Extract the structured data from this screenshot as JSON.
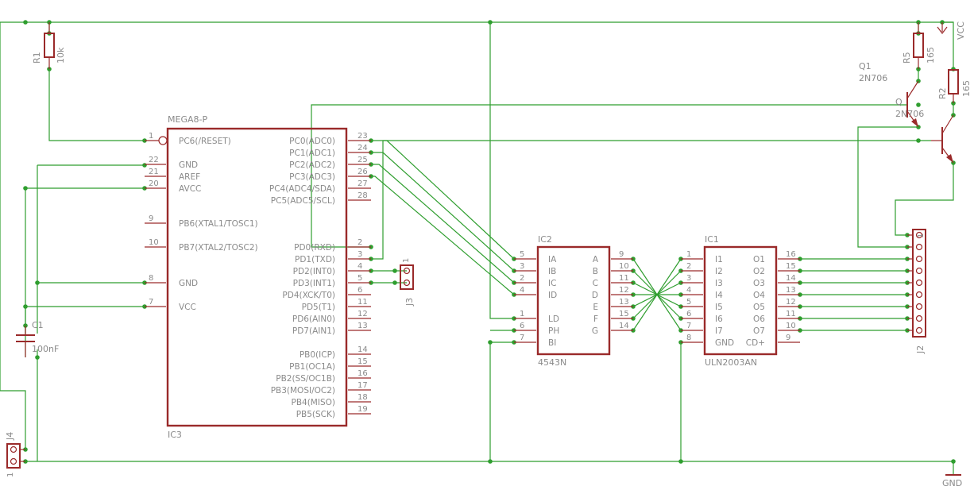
{
  "colors": {
    "wire": "#2f9e2f",
    "part": "#9a2a2a",
    "text": "#8a8a8a",
    "background": "#ffffff"
  },
  "ic3": {
    "value": "MEGA8-P",
    "name": "IC3",
    "left_pins": [
      {
        "num": "1",
        "label": "PC6(/RESET)"
      },
      {
        "num": "22",
        "label": "GND"
      },
      {
        "num": "21",
        "label": "AREF"
      },
      {
        "num": "20",
        "label": "AVCC"
      },
      {
        "num": "9",
        "label": "PB6(XTAL1/TOSC1)"
      },
      {
        "num": "10",
        "label": "PB7(XTAL2/TOSC2)"
      },
      {
        "num": "8",
        "label": "GND"
      },
      {
        "num": "7",
        "label": "VCC"
      }
    ],
    "right_pins": [
      {
        "num": "23",
        "label": "PC0(ADC0)"
      },
      {
        "num": "24",
        "label": "PC1(ADC1)"
      },
      {
        "num": "25",
        "label": "PC2(ADC2)"
      },
      {
        "num": "26",
        "label": "PC3(ADC3)"
      },
      {
        "num": "27",
        "label": "PC4(ADC4/SDA)"
      },
      {
        "num": "28",
        "label": "PC5(ADC5/SCL)"
      },
      {
        "num": "2",
        "label": "PD0(RXD)"
      },
      {
        "num": "3",
        "label": "PD1(TXD)"
      },
      {
        "num": "4",
        "label": "PD2(INT0)"
      },
      {
        "num": "5",
        "label": "PD3(INT1)"
      },
      {
        "num": "6",
        "label": "PD4(XCK/T0)"
      },
      {
        "num": "11",
        "label": "PD5(T1)"
      },
      {
        "num": "12",
        "label": "PD6(AIN0)"
      },
      {
        "num": "13",
        "label": "PD7(AIN1)"
      },
      {
        "num": "14",
        "label": "PB0(ICP)"
      },
      {
        "num": "15",
        "label": "PB1(OC1A)"
      },
      {
        "num": "16",
        "label": "PB2(SS/OC1B)"
      },
      {
        "num": "17",
        "label": "PB3(MOSI/OC2)"
      },
      {
        "num": "18",
        "label": "PB4(MISO)"
      },
      {
        "num": "19",
        "label": "PB5(SCK)"
      }
    ]
  },
  "ic2": {
    "name": "IC2",
    "value": "4543N",
    "left_pins": [
      {
        "num": "5",
        "label": "IA"
      },
      {
        "num": "3",
        "label": "IB"
      },
      {
        "num": "2",
        "label": "IC"
      },
      {
        "num": "4",
        "label": "ID"
      },
      {
        "num": "1",
        "label": "LD"
      },
      {
        "num": "6",
        "label": "PH"
      },
      {
        "num": "7",
        "label": "BI"
      }
    ],
    "right_pins": [
      {
        "num": "9",
        "label": "A"
      },
      {
        "num": "10",
        "label": "B"
      },
      {
        "num": "11",
        "label": "C"
      },
      {
        "num": "12",
        "label": "D"
      },
      {
        "num": "13",
        "label": "E"
      },
      {
        "num": "15",
        "label": "F"
      },
      {
        "num": "14",
        "label": "G"
      }
    ]
  },
  "ic1": {
    "name": "IC1",
    "value": "ULN2003AN",
    "left_pins": [
      {
        "num": "1",
        "label": "I1"
      },
      {
        "num": "2",
        "label": "I2"
      },
      {
        "num": "3",
        "label": "I3"
      },
      {
        "num": "4",
        "label": "I4"
      },
      {
        "num": "5",
        "label": "I5"
      },
      {
        "num": "6",
        "label": "I6"
      },
      {
        "num": "7",
        "label": "I7"
      },
      {
        "num": "8",
        "label": "GND"
      }
    ],
    "right_pins": [
      {
        "num": "16",
        "label": "O1"
      },
      {
        "num": "15",
        "label": "O2"
      },
      {
        "num": "14",
        "label": "O3"
      },
      {
        "num": "13",
        "label": "O4"
      },
      {
        "num": "12",
        "label": "O5"
      },
      {
        "num": "11",
        "label": "O6"
      },
      {
        "num": "10",
        "label": "O7"
      },
      {
        "num": "9",
        "label": "CD+"
      }
    ]
  },
  "r1": {
    "name": "R1",
    "value": "10k"
  },
  "r5": {
    "name": "R5",
    "value": "165"
  },
  "r2": {
    "name": "R2",
    "value": "165"
  },
  "q1": {
    "name": "Q1",
    "value": "2N706"
  },
  "q2": {
    "name": "Q",
    "value": "2N706"
  },
  "c1": {
    "name": "C1",
    "value": "100nF"
  },
  "j3": {
    "name": "J3",
    "pin1": "1"
  },
  "j4": {
    "name": "J4",
    "pin1": "1"
  },
  "j2": {
    "name": "J2",
    "pin1": "1"
  },
  "supply": {
    "vcc": "VCC",
    "gnd": "GND"
  }
}
